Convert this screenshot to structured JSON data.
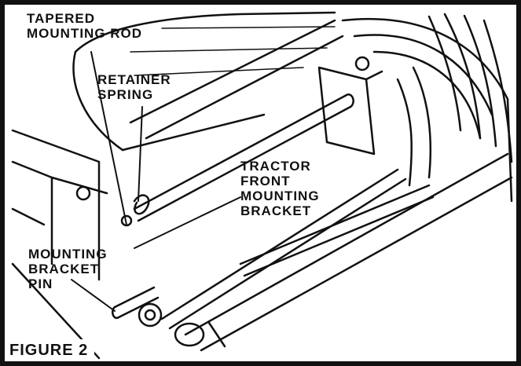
{
  "labels": {
    "tapered_rod_line1": "TAPERED",
    "tapered_rod_line2": "MOUNTING ROD",
    "retainer_line1": "RETAINER",
    "retainer_line2": "SPRING",
    "tractor_line1": "TRACTOR",
    "tractor_line2": "FRONT",
    "tractor_line3": "MOUNTING",
    "tractor_line4": "BRACKET",
    "pin_line1": "MOUNTING",
    "pin_line2": "BRACKET",
    "pin_line3": "PIN"
  },
  "figure_caption": "FIGURE 2",
  "colors": {
    "ink": "#111111",
    "paper": "#ffffff"
  }
}
